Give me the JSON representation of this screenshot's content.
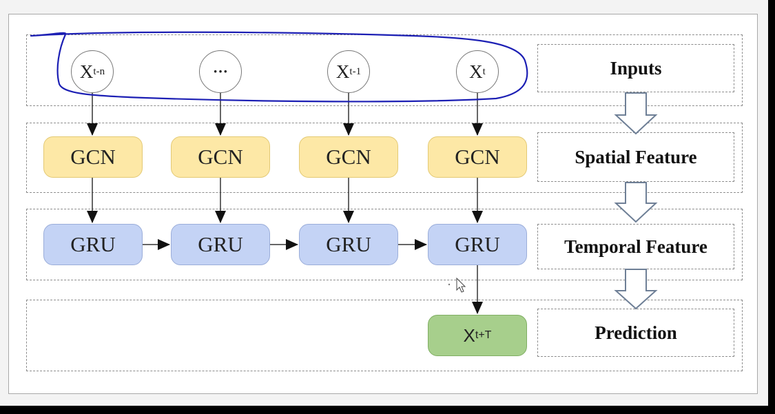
{
  "inputs": [
    {
      "base": "X",
      "sub": "t-n"
    },
    {
      "base": "···",
      "sub": ""
    },
    {
      "base": "X",
      "sub": "t-1"
    },
    {
      "base": "X",
      "sub": "t"
    }
  ],
  "gcn_label": "GCN",
  "gru_label": "GRU",
  "prediction": {
    "base": "X",
    "sub": "t+T"
  },
  "stages": {
    "inputs": "Inputs",
    "spatial": "Spatial Feature",
    "temporal": "Temporal Feature",
    "prediction": "Prediction"
  },
  "colors": {
    "gcn_fill": "#fde8a6",
    "gru_fill": "#c4d3f5",
    "prediction_fill": "#a7cf8c",
    "annotation_ink": "#1c1fb4"
  }
}
